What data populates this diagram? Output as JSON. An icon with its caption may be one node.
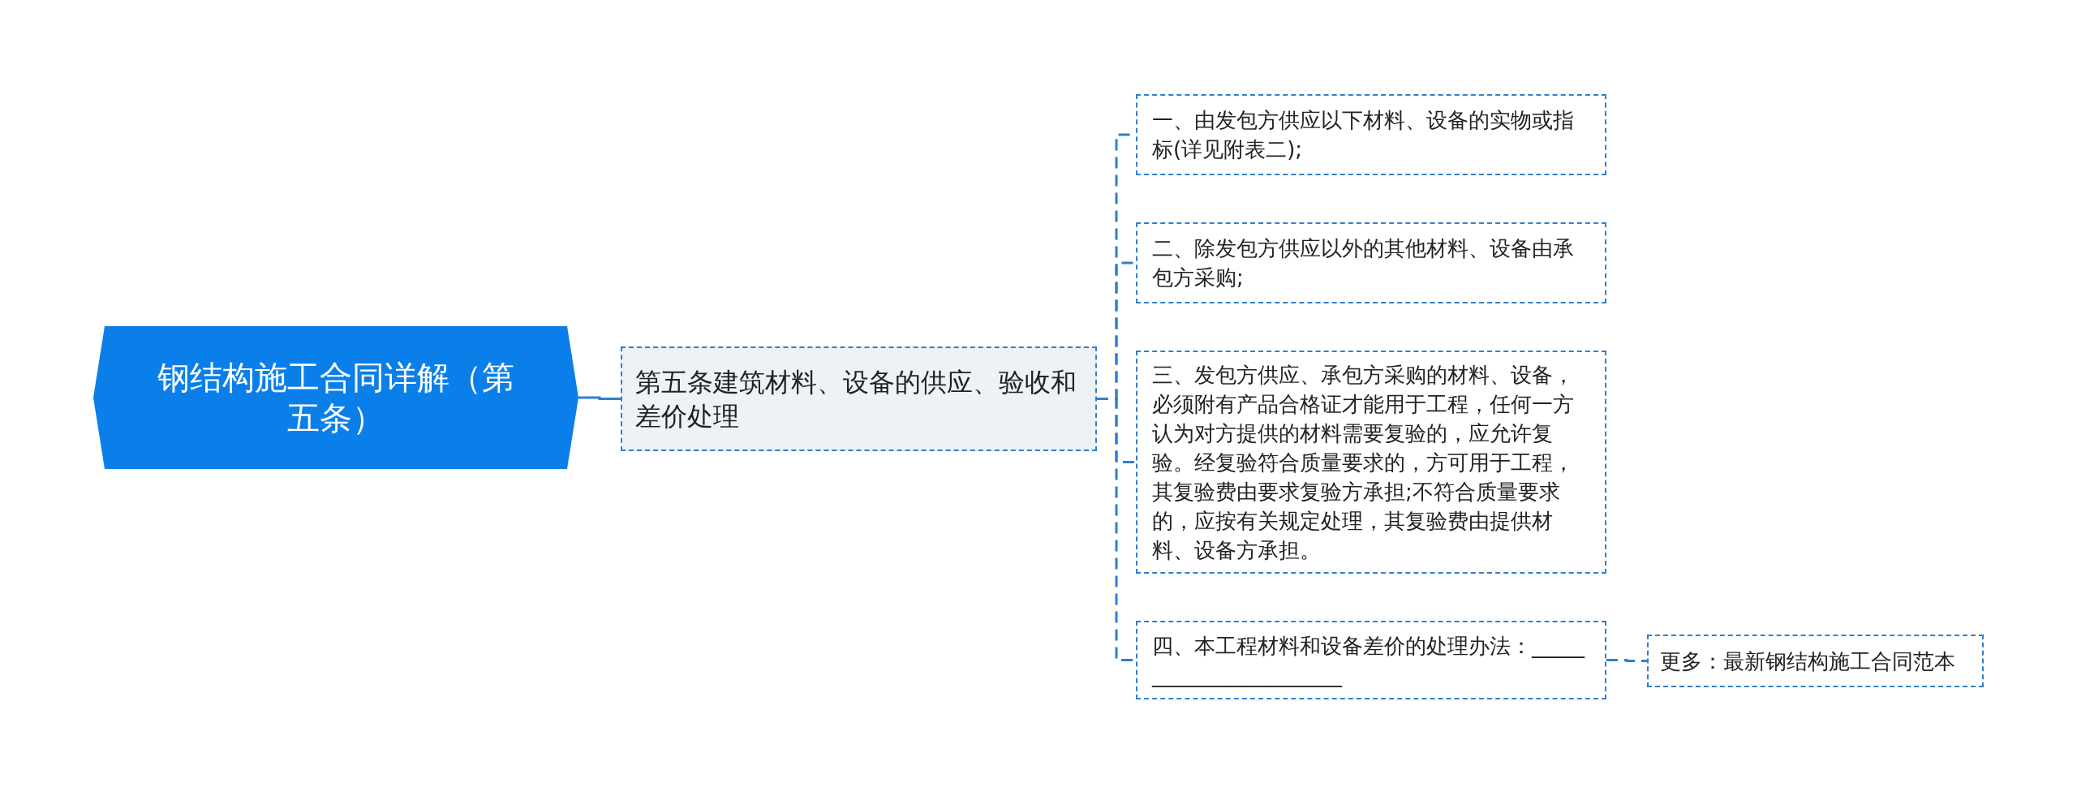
{
  "diagram": {
    "nodes": [
      {
        "text": [
          "钢结构施工合同详解（第五条）"
        ]
      },
      {
        "text": [
          "第五条建筑材料、设备的供应、验收和差价处理"
        ]
      },
      {
        "text": [
          "一、由发包方供应以下材料、设备的实物或指标(详见附表二);"
        ]
      },
      {
        "text": [
          "二、除发包方供应以外的其他材料、设备由承包方采购;"
        ]
      },
      {
        "text": [
          "三、发包方供应、承包方采购的材料、设备，必须附有产品合格证才能用于工程，任何一方认为对方提供的材料需要复验的，应允许复验。经复验符合质量要求的，方可用于工程，其复验费由要求复验方承担;不符合质量要求的，应按有关规定处理，其复验费由提供材料、设备方承担。"
        ]
      },
      {
        "text": [
          "四、本工程材料和设备差价的处理办法：_______________________"
        ]
      },
      {
        "text": [
          "更多：最新钢结构施工合同范本"
        ]
      }
    ],
    "edges": [
      {
        "from": 0,
        "to": 1,
        "arrow": "none"
      },
      {
        "from": 1,
        "to": 2,
        "arrow": "none",
        "style": "dashed"
      },
      {
        "from": 1,
        "to": 3,
        "arrow": "none",
        "style": "dashed"
      },
      {
        "from": 1,
        "to": 4,
        "arrow": "none",
        "style": "dashed"
      },
      {
        "from": 1,
        "to": 5,
        "arrow": "none",
        "style": "dashed"
      },
      {
        "from": 5,
        "to": 6,
        "arrow": "none",
        "style": "dashed"
      }
    ]
  }
}
